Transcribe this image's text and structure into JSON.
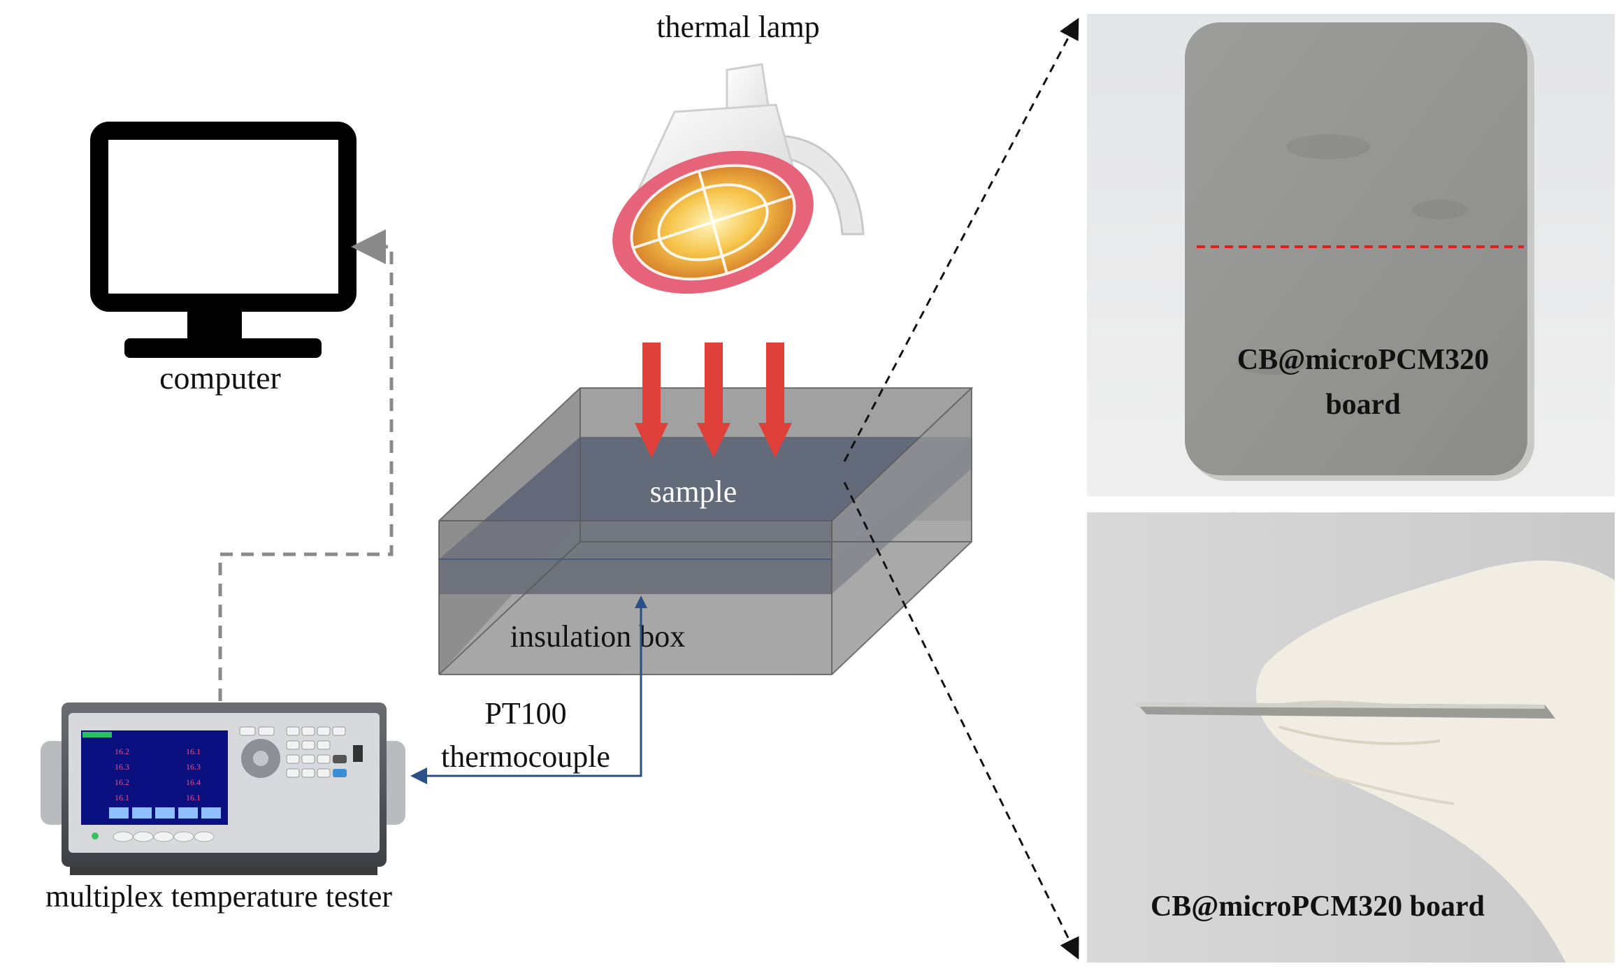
{
  "labels": {
    "thermal_lamp": "thermal lamp",
    "computer": "computer",
    "sample": "sample",
    "insulation_box": "insulation box",
    "pt100_line1": "PT100",
    "pt100_line2": "thermocouple",
    "tester": "multiplex temperature tester",
    "board_top_line1": "CB@microPCM320",
    "board_top_line2": "board",
    "board_bottom": "CB@microPCM320 board"
  },
  "tester_screen": {
    "readings": [
      "16.2",
      "16.1",
      "16.3",
      "16.3",
      "16.2",
      "16.4",
      "16.1",
      "16.1"
    ]
  },
  "colors": {
    "sample": "#1e2e52",
    "box_gray": "#9a9a9a",
    "arrow_red": "#e0403a",
    "cable_blue": "#2b4f86",
    "dashed_gray": "#8a8a8a",
    "cut_line_red": "#e02020"
  }
}
